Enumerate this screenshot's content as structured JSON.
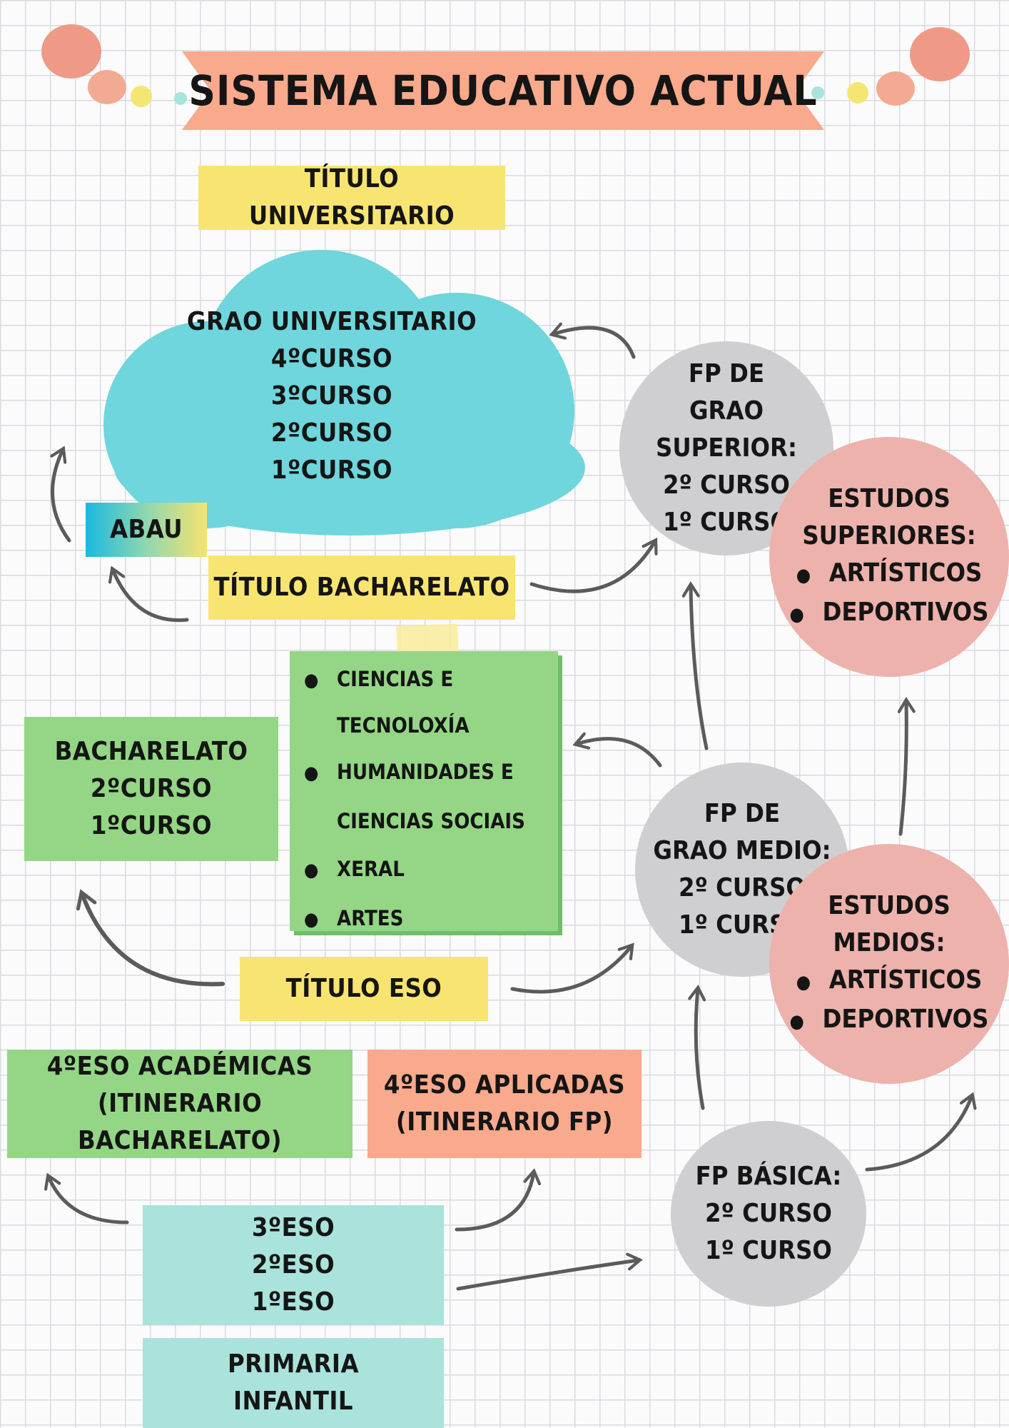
{
  "title": "SISTEMA EDUCATIVO ACTUAL",
  "colors": {
    "cloud": "#6ed6dc",
    "yellow": "#f8e571",
    "green": "#94d685",
    "teal": "#a9e3dc",
    "salmon": "#f9a98c",
    "grey": "#cfcfd2",
    "pink": "#edb2ab",
    "banner": "#f9a98c",
    "arrow": "#5b5b5b"
  },
  "nodes": {
    "titulo_universitario": "TÍTULO UNIVERSITARIO",
    "grao_universitario": [
      "GRAO UNIVERSITARIO",
      "4ºCURSO",
      "3ºCURSO",
      "2ºCURSO",
      "1ºCURSO"
    ],
    "abau": "ABAU",
    "titulo_bacharelato": "TÍTULO BACHARELATO",
    "fp_grao_superior": [
      "FP DE",
      "GRAO SUPERIOR:",
      "2º CURSO",
      "1º CURSO"
    ],
    "estudos_superiores": {
      "heading": [
        "ESTUDOS",
        "SUPERIORES:"
      ],
      "items": [
        "ARTÍSTICOS",
        "DEPORTIVOS"
      ]
    },
    "modalidades": [
      "CIENCIAS E",
      "TECNOLOXÍA",
      "HUMANIDADES E",
      "CIENCIAS SOCIAIS",
      "XERAL",
      "ARTES"
    ],
    "bacharelato": [
      "BACHARELATO",
      "2ºCURSO",
      "1ºCURSO"
    ],
    "fp_grao_medio": [
      "FP DE",
      "GRAO MEDIO:",
      "2º CURSO",
      "1º CURSO"
    ],
    "estudos_medios": {
      "heading": [
        "ESTUDOS",
        "MEDIOS:"
      ],
      "items": [
        "ARTÍSTICOS",
        "DEPORTIVOS"
      ]
    },
    "titulo_eso": "TÍTULO ESO",
    "eso_academicas": [
      "4ºESO ACADÉMICAS",
      "(ITINERARIO BACHARELATO)"
    ],
    "eso_aplicadas": [
      "4ºESO APLICADAS",
      "(ITINERARIO FP)"
    ],
    "fp_basica": [
      "FP BÁSICA:",
      "2º CURSO",
      "1º CURSO"
    ],
    "eso_ciclo": [
      "3ºESO",
      "2ºESO",
      "1ºESO"
    ],
    "primaria": [
      "PRIMARIA",
      "INFANTIL"
    ]
  }
}
